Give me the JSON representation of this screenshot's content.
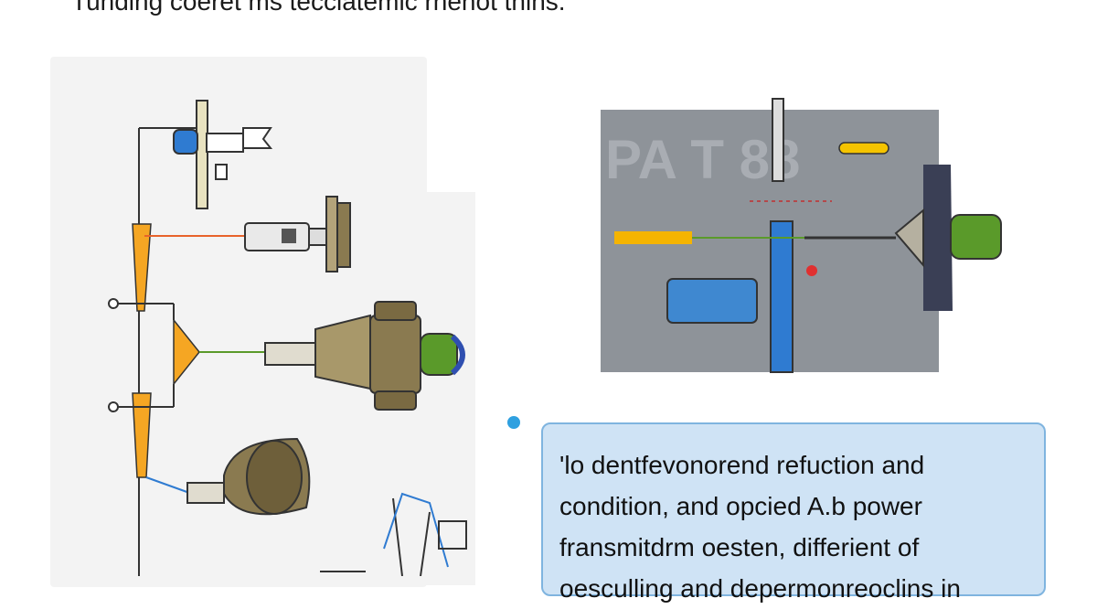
{
  "heading": "Tuhding coeret ms tecciatemic rhenot thins.",
  "photo_panel": {
    "stencil_text": "PA T 88"
  },
  "note": {
    "lines": [
      "'lo dentfevonorend refuction and",
      "condition, and opcied A.b power",
      "fransmitdrm oesten, differient of",
      "oesculling and depermonreoclins in"
    ]
  },
  "colors": {
    "accent_blue": "#2f7bd1",
    "accent_orange": "#f5a623",
    "bronze": "#8a7a50",
    "green": "#5a9a2a",
    "note_bg": "#cfe3f5",
    "note_border": "#7fb4df"
  }
}
